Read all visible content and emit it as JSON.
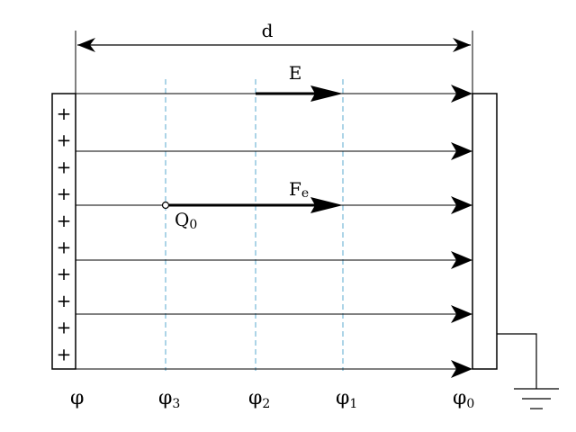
{
  "diagram": {
    "distance_label": "d",
    "field_label": "E",
    "force_label": "F",
    "force_subscript": "e",
    "charge_label": "Q",
    "charge_subscript": "0",
    "plus_sign": "+",
    "plus_count": 10,
    "potentials": [
      {
        "symbol": "φ",
        "subscript": ""
      },
      {
        "symbol": "φ",
        "subscript": "3"
      },
      {
        "symbol": "φ",
        "subscript": "2"
      },
      {
        "symbol": "φ",
        "subscript": "1"
      },
      {
        "symbol": "φ",
        "subscript": "0"
      }
    ],
    "colors": {
      "ink": "#000000",
      "equipotential": "#5aa9cf"
    },
    "icons": [
      "ground-icon",
      "arrowhead-icon"
    ]
  }
}
